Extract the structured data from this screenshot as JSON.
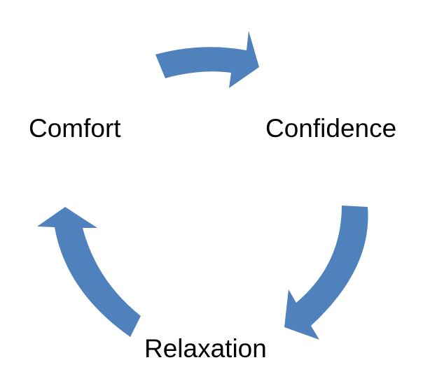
{
  "diagram": {
    "nodes": [
      {
        "id": "comfort",
        "label": "Comfort"
      },
      {
        "id": "confidence",
        "label": "Confidence"
      },
      {
        "id": "relaxation",
        "label": "Relaxation"
      }
    ],
    "edges": [
      {
        "from": "comfort",
        "to": "confidence"
      },
      {
        "from": "confidence",
        "to": "relaxation"
      },
      {
        "from": "relaxation",
        "to": "comfort"
      }
    ],
    "arrow_color": "#4F81BD"
  }
}
